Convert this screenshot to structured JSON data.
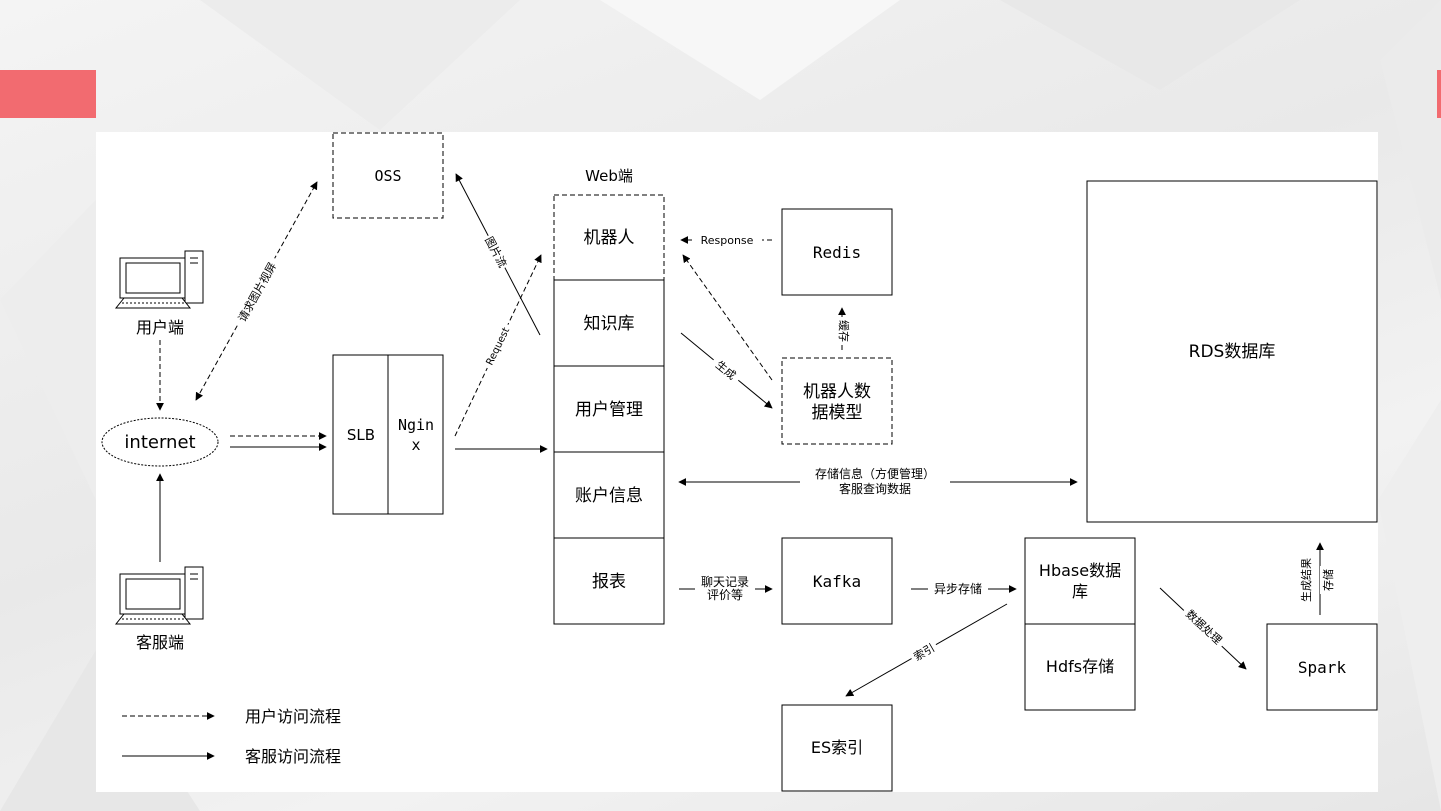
{
  "colors": {
    "accent": "#f26b70",
    "line": "#000000",
    "background": "#ffffff"
  },
  "nodes": {
    "oss": "OSS",
    "web_title": "Web端",
    "robot": "机器人",
    "knowledge": "知识库",
    "user_mgmt": "用户管理",
    "account": "账户信息",
    "report": "报表",
    "redis": "Redis",
    "robot_model_1": "机器人数",
    "robot_model_2": "据模型",
    "rds": "RDS数据库",
    "slb": "SLB",
    "nginx_1": "Ngin",
    "nginx_2": "x",
    "internet": "internet",
    "user_client": "用户端",
    "service_client": "客服端",
    "kafka": "Kafka",
    "hbase_1": "Hbase数据",
    "hbase_2": "库",
    "hdfs": "Hdfs存储",
    "es": "ES索引",
    "spark": "Spark"
  },
  "edges": {
    "request_image": "请求图片视屏",
    "image_stream": "图片流",
    "request": "Request",
    "response": "Response",
    "cache": "缓存",
    "generate": "生成",
    "store_info_1": "存储信息（方便管理）",
    "store_info_2": "客服查询数据",
    "chat_log_1": "聊天记录",
    "chat_log_2": "评价等",
    "async_store": "异步存储",
    "index": "索引",
    "data_processing": "数据处理",
    "generate_result_1": "生成结果",
    "generate_result_2": "存储"
  },
  "legend": {
    "user_flow": "用户访问流程",
    "service_flow": "客服访问流程"
  }
}
